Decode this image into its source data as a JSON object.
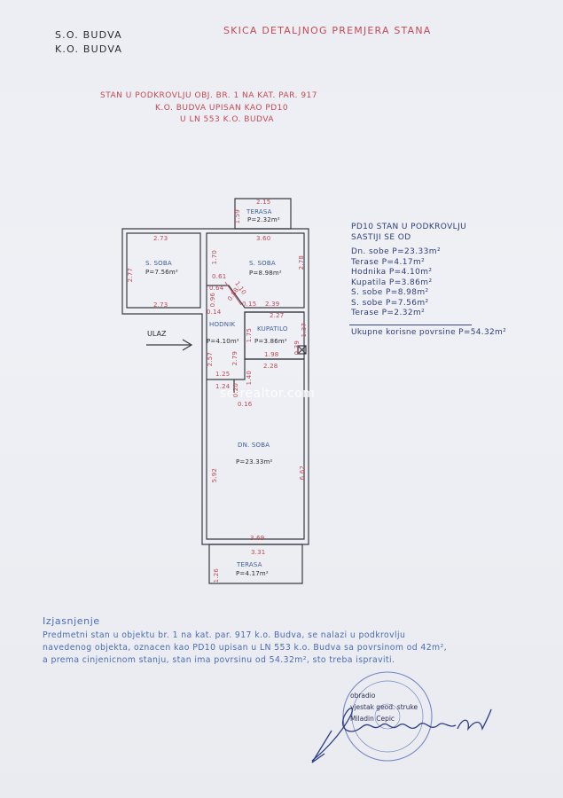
{
  "header": {
    "so": "S.O. BUDVA",
    "ko": "K.O. BUDVA",
    "title": "SKICA DETALJNOG PREMJERA STANA"
  },
  "subtitle": {
    "line1": "STAN U PODKROVLJU OBJ. BR. 1 NA KAT. PAR. 917",
    "line2": "K.O. BUDVA UPISAN KAO PD10",
    "line3": "U LN 553 K.O. BUDVA"
  },
  "legend": {
    "title1": "PD10 STAN U PODKROVLJU",
    "title2": "SASTIJI SE OD",
    "items": [
      "Dn. sobe P=23.33m²",
      "Terase P=4.17m²",
      "Hodnika P=4.10m²",
      "Kupatila P=3.86m²",
      "S. sobe P=8.98m²",
      "S. sobe P=7.56m²",
      "Terase P=2.32m²"
    ],
    "total": "Ukupne korisne povrsine P=54.32m²"
  },
  "rooms": {
    "terasa_top": {
      "name": "TERASA",
      "area": "P=2.32m²"
    },
    "soba_left": {
      "name": "S. SOBA",
      "area": "P=7.56m²"
    },
    "soba_mid": {
      "name": "S. SOBA",
      "area": "P=8.98m²"
    },
    "hodnik": {
      "name": "HODNIK",
      "area": "P=4.10m²"
    },
    "kupatilo": {
      "name": "KUPATILO",
      "area": "P=3.86m²"
    },
    "dn_soba": {
      "name": "DN. SOBA",
      "area": "P=23.33m²"
    },
    "terasa_bottom": {
      "name": "TERASA",
      "area": "P=4.17m²"
    }
  },
  "entry": "ULAZ",
  "dims": {
    "d215": "2.15",
    "d159": "1.59",
    "d273a": "2.73",
    "d360": "3.60",
    "d277": "2.77",
    "d170": "1.70",
    "d278": "2.78",
    "d273b": "2.73",
    "d061": "0.61",
    "d064": "0.64",
    "d096": "0.96",
    "d088": "0.88",
    "d110": "1.10",
    "d015": "0.15",
    "d239": "2.39",
    "d014": "0.14",
    "d227": "2.27",
    "d175": "1.75",
    "d137": "1.37",
    "d039": "0.39",
    "d257": "2.57",
    "d279": "2.79",
    "d198": "1.98",
    "d125": "1.25",
    "d228": "2.28",
    "d140": "1.40",
    "d124": "1.24",
    "d020": "0.20",
    "d016": "0.16",
    "d592": "5.92",
    "d662": "6.62",
    "d369": "3.69",
    "d331": "3.31",
    "d126": "1.26"
  },
  "explanation": {
    "heading": "Izjasnjenje",
    "line1": "Predmetni stan u objektu br. 1 na kat. par. 917 k.o. Budva, se nalazi u podkrovlju",
    "line2": "navedenog objekta, oznacen kao PD10 upisan u LN 553 k.o. Budva sa povrsinom od 42m²,",
    "line3": "a prema cinjenicnom stanju, stan ima povrsinu od 54.32m², sto treba ispraviti."
  },
  "signature": {
    "line1": "obradio",
    "line2": "vjestak geod. struke",
    "line3": "Miladin Cepic"
  },
  "watermark": "se-realtor.com"
}
